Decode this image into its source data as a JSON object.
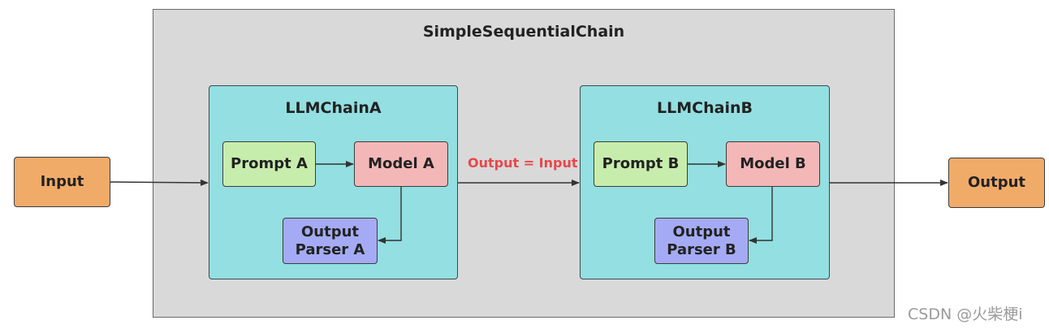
{
  "outer": {
    "title": "SimpleSequentialChain"
  },
  "input": {
    "label": "Input"
  },
  "output": {
    "label": "Output"
  },
  "chain_a": {
    "title": "LLMChainA",
    "prompt": "Prompt A",
    "model": "Model A",
    "parser": "Output\nParser A"
  },
  "chain_b": {
    "title": "LLMChainB",
    "prompt": "Prompt B",
    "model": "Model B",
    "parser": "Output\nParser B"
  },
  "link_label": "Output = Input",
  "watermark": "CSDN @火柴梗i",
  "colors": {
    "container": "#d9d9d9",
    "chain": "#93dfe1",
    "io": "#f1ab69",
    "prompt": "#c7edac",
    "model": "#f4b7b7",
    "parser": "#a4abf4",
    "link_label": "#e8474b"
  }
}
